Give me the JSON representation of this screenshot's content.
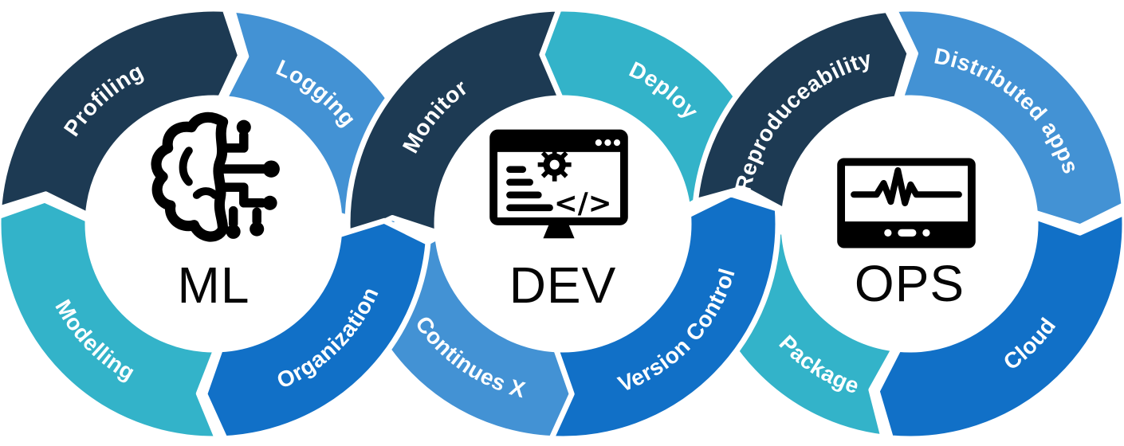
{
  "diagram": {
    "background": "#ffffff",
    "label_text_color": "#ffffff",
    "center_text_color": "#050505",
    "palette": {
      "navy": "#1d3a53",
      "light_blue": "#4392d4",
      "blue": "#1170c7",
      "teal": "#33b3c9"
    },
    "rings": [
      {
        "name": "ml",
        "center_label": "ML",
        "icon": "brain-circuit-icon",
        "segments": [
          {
            "key": "profiling",
            "label": "Profiling",
            "color": "#1d3a53"
          },
          {
            "key": "logging",
            "label": "Logging",
            "color": "#4392d4"
          },
          {
            "key": "organization",
            "label": "Organization",
            "color": "#1170c7"
          },
          {
            "key": "modelling",
            "label": "Modelling",
            "color": "#33b3c9"
          }
        ]
      },
      {
        "name": "dev",
        "center_label": "DEV",
        "icon": "dev-monitor-code-icon",
        "segments": [
          {
            "key": "monitor",
            "label": "Monitor",
            "color": "#1d3a53"
          },
          {
            "key": "deploy",
            "label": "Deploy",
            "color": "#33b3c9"
          },
          {
            "key": "version_control",
            "label": "Version Control",
            "color": "#1170c7"
          },
          {
            "key": "continues_x",
            "label": "Continues X",
            "color": "#4392d4"
          }
        ]
      },
      {
        "name": "ops",
        "center_label": "OPS",
        "icon": "ops-monitor-pulse-icon",
        "segments": [
          {
            "key": "reproduceability",
            "label": "Reproduceability",
            "color": "#1d3a53"
          },
          {
            "key": "distributed_apps",
            "label": "Distributed apps",
            "color": "#4392d4"
          },
          {
            "key": "cloud",
            "label": "Cloud",
            "color": "#1170c7"
          },
          {
            "key": "package",
            "label": "Package",
            "color": "#33b3c9"
          }
        ]
      }
    ],
    "dev_icon_code_glyph": "</>"
  }
}
